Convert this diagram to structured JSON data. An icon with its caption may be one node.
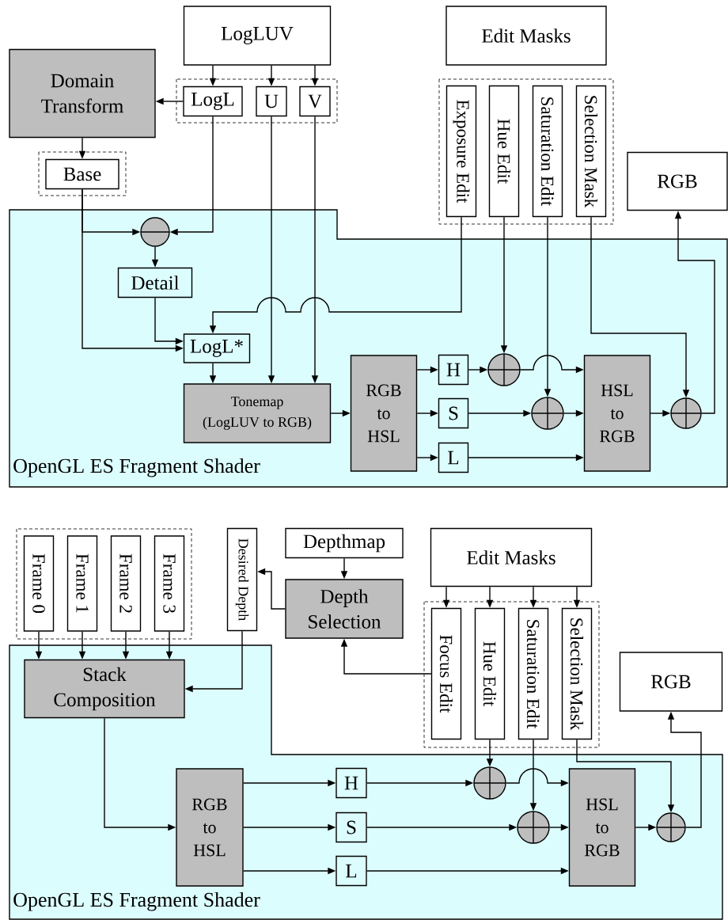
{
  "diagram": {
    "nodes": [
      {
        "text": [
          "LogLUV"
        ]
      },
      {
        "text": [
          "Domain Transform"
        ]
      },
      {
        "text": [
          "LogL"
        ]
      },
      {
        "text": [
          "U"
        ]
      },
      {
        "text": [
          "V"
        ]
      },
      {
        "text": [
          "Base"
        ]
      },
      {
        "text": [
          "Edit Masks"
        ]
      },
      {
        "text": [
          "Exposure Edit"
        ]
      },
      {
        "text": [
          "Hue Edit"
        ]
      },
      {
        "text": [
          "Saturation Edit"
        ]
      },
      {
        "text": [
          "Selection Mask"
        ]
      },
      {
        "text": [
          "RGB"
        ]
      },
      {
        "text": [
          "OpenGL ES Fragment Shader"
        ]
      },
      {
        "text": [],
        "shape": "circle",
        "in": 12
      },
      {
        "text": [
          "Detail"
        ],
        "in": 12
      },
      {
        "text": [
          "LogL*"
        ],
        "in": 12
      },
      {
        "text": [
          "Tonemap",
          "(LogLUV to RGB)"
        ],
        "in": 12
      },
      {
        "text": [
          "RGB to HSL"
        ],
        "in": 12
      },
      {
        "text": [
          "H"
        ],
        "in": 12
      },
      {
        "text": [
          "S"
        ],
        "in": 12
      },
      {
        "text": [
          "L"
        ],
        "in": 12
      },
      {
        "text": [],
        "shape": "circle",
        "in": 12
      },
      {
        "text": [],
        "shape": "circle",
        "in": 12
      },
      {
        "text": [
          "HSL to RGB"
        ],
        "in": 12
      },
      {
        "text": [],
        "shape": "circle",
        "in": 12
      },
      {
        "text": [
          "Frame 0"
        ]
      },
      {
        "text": [
          "Frame 1"
        ]
      },
      {
        "text": [
          "Frame 2"
        ]
      },
      {
        "text": [
          "Frame 3"
        ]
      },
      {
        "text": [
          "Desired Depth"
        ]
      },
      {
        "text": [
          "Depthmap"
        ]
      },
      {
        "text": [
          "Depth Selection"
        ]
      },
      {
        "text": [
          "Edit Masks"
        ]
      },
      {
        "text": [
          "Focus Edit"
        ]
      },
      {
        "text": [
          "Hue Edit"
        ]
      },
      {
        "text": [
          "Saturation Edit"
        ]
      },
      {
        "text": [
          "Selection Mask"
        ]
      },
      {
        "text": [
          "RGB"
        ]
      },
      {
        "text": [
          "OpenGL ES Fragment Shader"
        ]
      },
      {
        "text": [
          "Stack Composition"
        ],
        "in": 38
      },
      {
        "text": [
          "RGB to HSL"
        ],
        "in": 38
      },
      {
        "text": [
          "H"
        ],
        "in": 38
      },
      {
        "text": [
          "S"
        ],
        "in": 38
      },
      {
        "text": [
          "L"
        ],
        "in": 38
      },
      {
        "text": [],
        "shape": "circle",
        "in": 38
      },
      {
        "text": [],
        "shape": "circle",
        "in": 38
      },
      {
        "text": [
          "HSL to RGB"
        ],
        "in": 38
      },
      {
        "text": [],
        "shape": "circle",
        "in": 38
      }
    ],
    "edges": [
      {
        "from": 0,
        "to": 2,
        "arrow": "to"
      },
      {
        "from": 0,
        "to": 3,
        "arrow": "to"
      },
      {
        "from": 0,
        "to": 4,
        "arrow": "to"
      },
      {
        "from": 2,
        "to": 1,
        "arrow": "to"
      },
      {
        "from": 1,
        "to": 5,
        "arrow": "to"
      },
      {
        "from": 5,
        "to": 13,
        "arrow": "to"
      },
      {
        "from": 5,
        "to": 15,
        "arrow": "to"
      },
      {
        "from": 2,
        "to": 13,
        "arrow": "to"
      },
      {
        "from": 13,
        "to": 14,
        "arrow": "to"
      },
      {
        "from": 14,
        "to": 15,
        "arrow": "to"
      },
      {
        "from": 7,
        "to": 15,
        "arrow": "to"
      },
      {
        "from": 3,
        "to": 16,
        "arrow": "to"
      },
      {
        "from": 4,
        "to": 16,
        "arrow": "to"
      },
      {
        "from": 15,
        "to": 16,
        "arrow": "to"
      },
      {
        "from": 16,
        "to": 17,
        "arrow": "to"
      },
      {
        "from": 17,
        "to": 18,
        "arrow": "to"
      },
      {
        "from": 17,
        "to": 19,
        "arrow": "to"
      },
      {
        "from": 17,
        "to": 20,
        "arrow": "to"
      },
      {
        "from": 18,
        "to": 21,
        "arrow": "to"
      },
      {
        "from": 8,
        "to": 21,
        "arrow": "to"
      },
      {
        "from": 21,
        "to": 23,
        "arrow": "to"
      },
      {
        "from": 19,
        "to": 22,
        "arrow": "to"
      },
      {
        "from": 9,
        "to": 22,
        "arrow": "to"
      },
      {
        "from": 22,
        "to": 23,
        "arrow": "to"
      },
      {
        "from": 20,
        "to": 23,
        "arrow": "to"
      },
      {
        "from": 23,
        "to": 24,
        "arrow": "to"
      },
      {
        "from": 10,
        "to": 24,
        "arrow": "to"
      },
      {
        "from": 24,
        "to": 11,
        "arrow": "to"
      },
      {
        "from": 32,
        "to": 33,
        "arrow": "to"
      },
      {
        "from": 32,
        "to": 34,
        "arrow": "to"
      },
      {
        "from": 32,
        "to": 35,
        "arrow": "to"
      },
      {
        "from": 32,
        "to": 36,
        "arrow": "to"
      },
      {
        "from": 30,
        "to": 31,
        "arrow": "to"
      },
      {
        "from": 33,
        "to": 31,
        "arrow": "to"
      },
      {
        "from": 31,
        "to": 29,
        "arrow": "to"
      },
      {
        "from": 25,
        "to": 39,
        "arrow": "to"
      },
      {
        "from": 26,
        "to": 39,
        "arrow": "to"
      },
      {
        "from": 27,
        "to": 39,
        "arrow": "to"
      },
      {
        "from": 28,
        "to": 39,
        "arrow": "to"
      },
      {
        "from": 29,
        "to": 39,
        "arrow": "to"
      },
      {
        "from": 39,
        "to": 40,
        "arrow": "to"
      },
      {
        "from": 40,
        "to": 41,
        "arrow": "to"
      },
      {
        "from": 40,
        "to": 42,
        "arrow": "to"
      },
      {
        "from": 40,
        "to": 43,
        "arrow": "to"
      },
      {
        "from": 41,
        "to": 44,
        "arrow": "to"
      },
      {
        "from": 34,
        "to": 44,
        "arrow": "to"
      },
      {
        "from": 44,
        "to": 46,
        "arrow": "to"
      },
      {
        "from": 42,
        "to": 45,
        "arrow": "to"
      },
      {
        "from": 35,
        "to": 45,
        "arrow": "to"
      },
      {
        "from": 45,
        "to": 46,
        "arrow": "to"
      },
      {
        "from": 43,
        "to": 46,
        "arrow": "to"
      },
      {
        "from": 46,
        "to": 47,
        "arrow": "to"
      },
      {
        "from": 36,
        "to": 47,
        "arrow": "to"
      },
      {
        "from": 47,
        "to": 37,
        "arrow": "to"
      }
    ]
  }
}
